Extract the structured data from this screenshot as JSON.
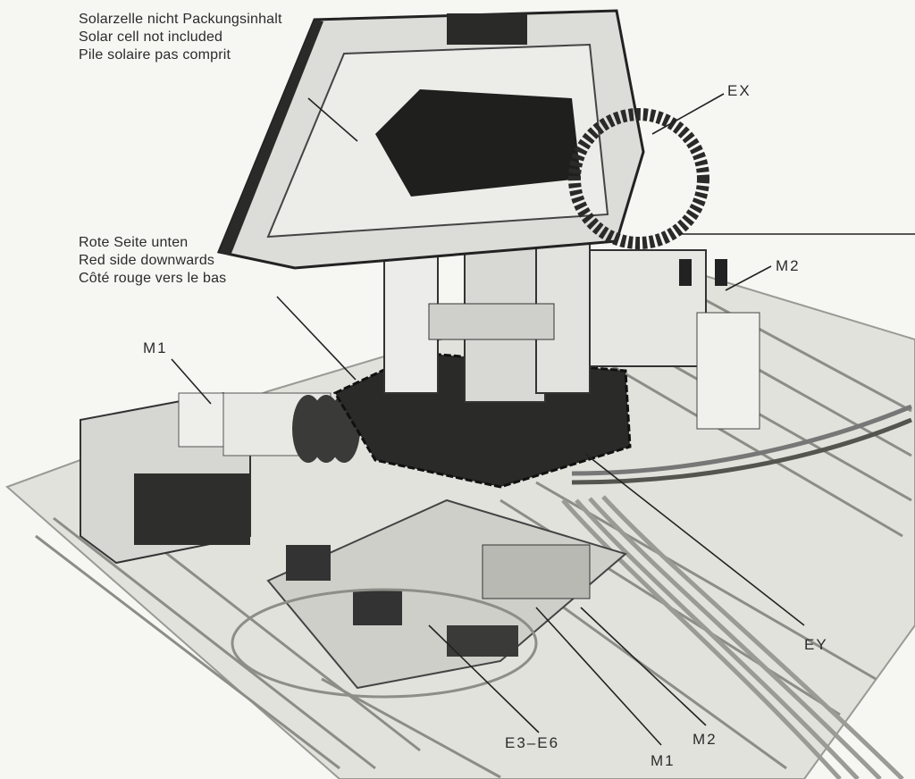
{
  "labels": {
    "solar_cell": [
      "Solarzelle nicht Packungsinhalt",
      "Solar cell not included",
      "Pile solaire pas comprit"
    ],
    "red_side": [
      "Rote Seite unten",
      "Red side downwards",
      "Côté rouge vers le bas"
    ],
    "ex": "EX",
    "m2_top": "M2",
    "m1_left": "M1",
    "ey": "EY",
    "e3_e6": "E3–E6",
    "m1_bottom": "M1",
    "m2_bottom": "M2"
  }
}
